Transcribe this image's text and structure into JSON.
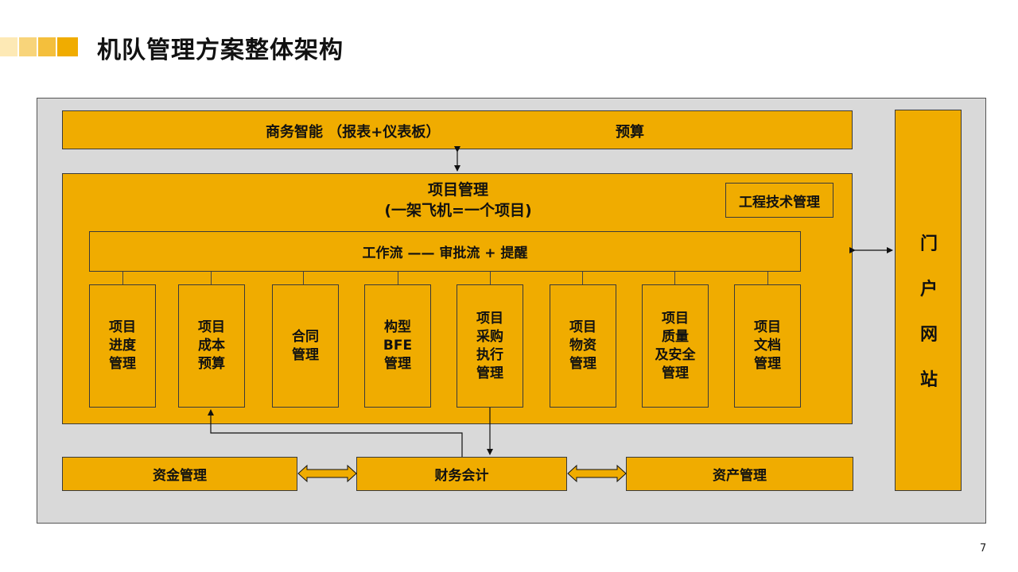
{
  "page": {
    "title": "机队管理方案整体架构",
    "page_number": "7",
    "accent_colors": [
      "#fde9b5",
      "#f8d47a",
      "#f4bf3c",
      "#f0ac00"
    ]
  },
  "bi_bar": {
    "left_label": "商务智能 （报表+仪表板）",
    "right_label": "预算"
  },
  "project_mgmt": {
    "title_line1": "项目管理",
    "title_line2": "(一架飞机=一个项目)",
    "engineering_label": "工程技术管理"
  },
  "workflow": {
    "label": "工作流 —— 审批流 + 提醒"
  },
  "modules": [
    {
      "label": "项目\n进度\n管理"
    },
    {
      "label": "项目\n成本\n预算"
    },
    {
      "label": "合同\n管理"
    },
    {
      "label": "构型\nBFE\n管理"
    },
    {
      "label": "项目\n采购\n执行\n管理"
    },
    {
      "label": "项目\n物资\n管理"
    },
    {
      "label": "项目\n质量\n及安全\n管理"
    },
    {
      "label": "项目\n文档\n管理"
    }
  ],
  "bottom": {
    "funds": "资金管理",
    "finance": "财务会计",
    "assets": "资产管理"
  },
  "portal": {
    "chars": [
      "门",
      "户",
      "网",
      "站"
    ]
  },
  "colors": {
    "box_fill": "#f0ac00",
    "frame_fill": "#d9d9d9"
  }
}
